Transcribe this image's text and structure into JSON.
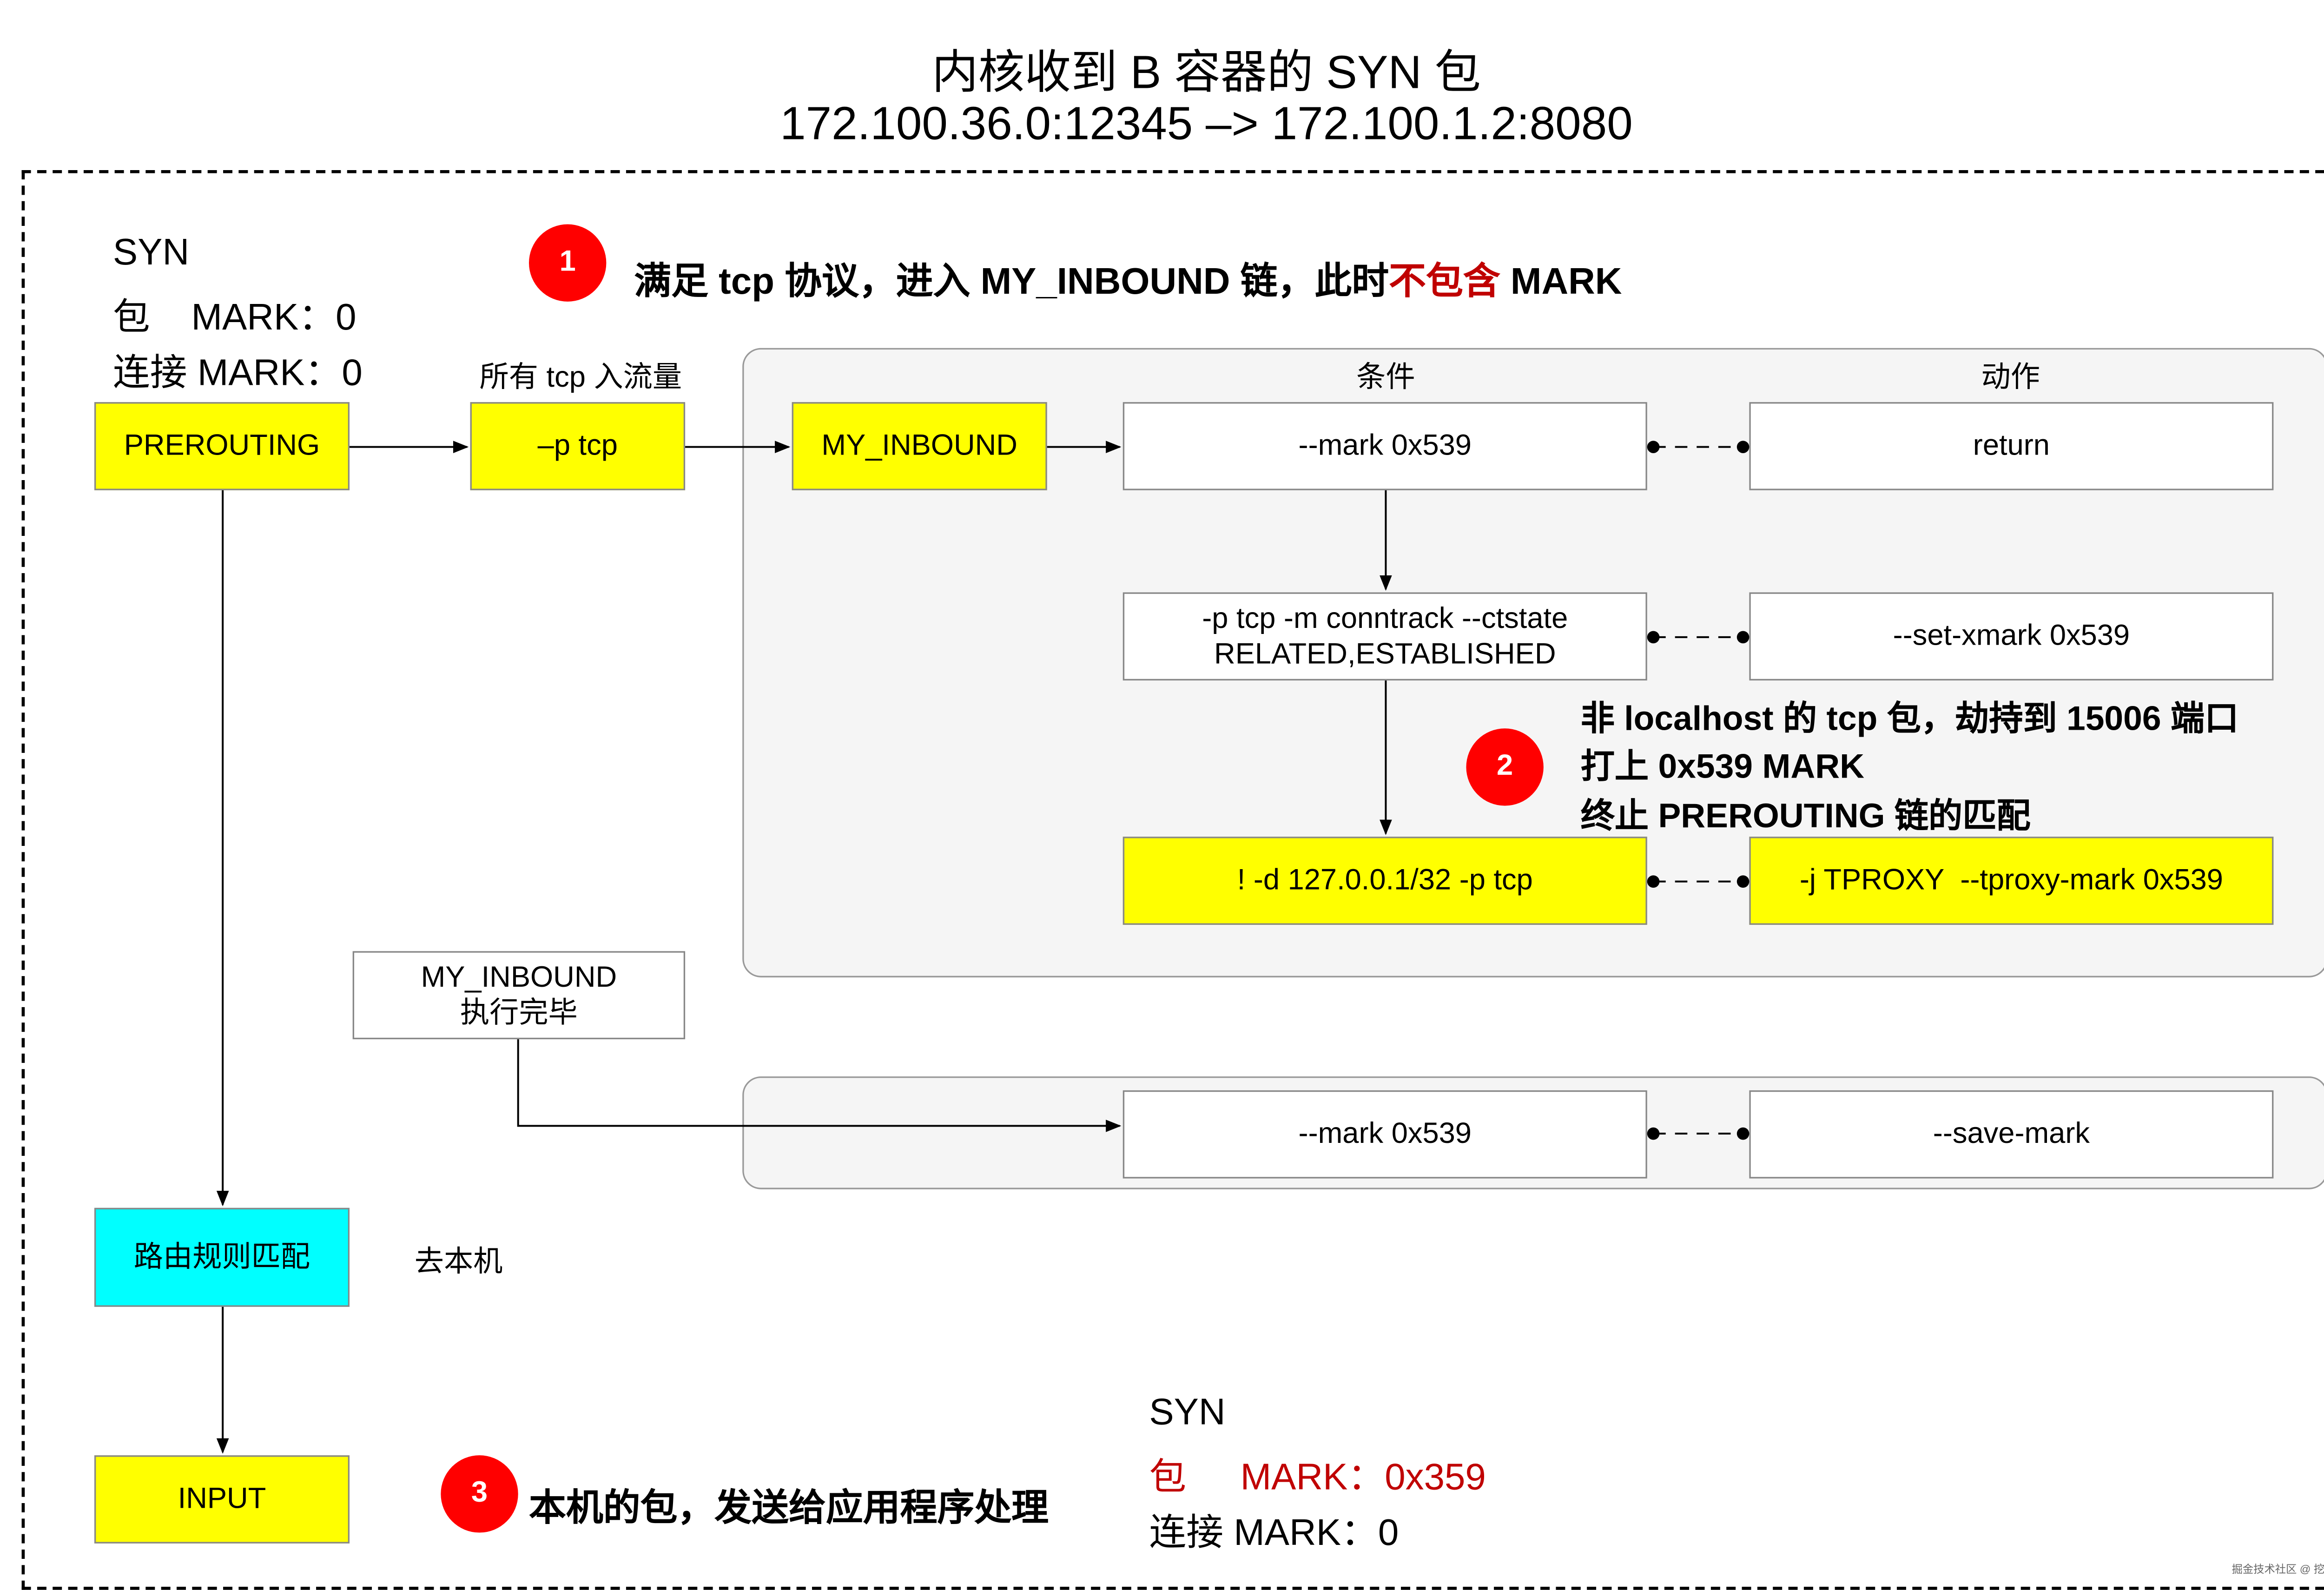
{
  "title": {
    "line1": "内核收到 B 容器的 SYN 包",
    "line2": "172.100.36.0:12345 –> 172.100.1.2:8080"
  },
  "initial_state": {
    "syn": "SYN",
    "packet_mark": "包    MARK：0",
    "conn_mark": "连接 MARK：0"
  },
  "step1": {
    "number": "1",
    "text_before": "满足 tcp 协议，进入 MY_INBOUND 链，此时",
    "text_highlight": "不包含",
    "text_after": " MARK"
  },
  "all_tcp_label": "所有 tcp 入流量",
  "columns": {
    "condition": "条件",
    "action": "动作"
  },
  "nodes": {
    "prerouting": "PREROUTING",
    "p_tcp": "–p tcp",
    "my_inbound": "MY_INBOUND",
    "routing": "路由规则匹配",
    "local_label": "去本机",
    "input": "INPUT",
    "my_inbound_done_1": "MY_INBOUND",
    "my_inbound_done_2": "执行完毕"
  },
  "rules": [
    {
      "condition": "--mark 0x539",
      "action": "return"
    },
    {
      "condition_1": "-p tcp -m conntrack --ctstate",
      "condition_2": "RELATED,ESTABLISHED",
      "action": "--set-xmark 0x539"
    },
    {
      "condition": "! -d 127.0.0.1/32 -p tcp",
      "action": "-j TPROXY  --tproxy-mark 0x539"
    },
    {
      "condition": "--mark 0x539",
      "action": "--save-mark"
    }
  ],
  "step2": {
    "number": "2",
    "lines": [
      "非 localhost 的 tcp 包，劫持到 15006 端口",
      "打上 0x539 MARK",
      "终止 PREROUTING 链的匹配"
    ]
  },
  "step3": {
    "number": "3",
    "text": "本机的包，发送给应用程序处理"
  },
  "final_state": {
    "syn": "SYN",
    "packet_label": "包",
    "packet_mark": "MARK：0x359",
    "conn_mark": "连接 MARK：0"
  },
  "watermark": "掘金技术社区 @ 挖坑的张师傅",
  "colors": {
    "yellow": "#ffff00",
    "cyan": "#00ffff",
    "badge": "#ff0000",
    "highlight": "#c00000",
    "panel": "#f5f5f5"
  }
}
